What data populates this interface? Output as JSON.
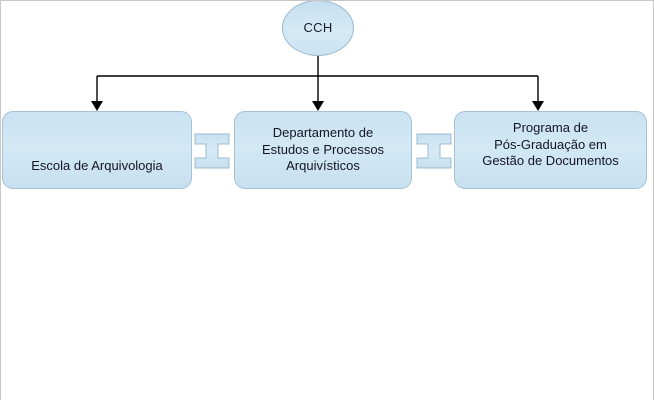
{
  "diagram": {
    "type": "organizational-chart",
    "background_color": "#ffffff",
    "node_fill_color": "#cfe4f2",
    "node_border_color": "#a8c2d4",
    "connector_color": "#000000",
    "root": {
      "id": "cch",
      "shape": "ellipse",
      "label": "CCH"
    },
    "children": [
      {
        "id": "escola",
        "shape": "rounded-rectangle",
        "label": "Escola de Arquivologia"
      },
      {
        "id": "departamento",
        "shape": "rounded-rectangle",
        "label": "Departamento de\nEstudos e Processos\nArquivísticos"
      },
      {
        "id": "programa",
        "shape": "rounded-rectangle",
        "label": "Programa de\nPós-Graduação em\nGestão de Documentos"
      }
    ],
    "connectors": [
      {
        "id": "tree-cch-to-children",
        "kind": "tree",
        "arrowheads": "down",
        "from": "cch",
        "to": [
          "escola",
          "departamento",
          "programa"
        ]
      },
      {
        "id": "bidirectional-escola-departamento",
        "kind": "block-arrow",
        "arrowheads": "both",
        "from": "escola",
        "to": "departamento"
      },
      {
        "id": "bidirectional-departamento-programa",
        "kind": "block-arrow",
        "arrowheads": "both",
        "from": "departamento",
        "to": "programa"
      }
    ]
  }
}
